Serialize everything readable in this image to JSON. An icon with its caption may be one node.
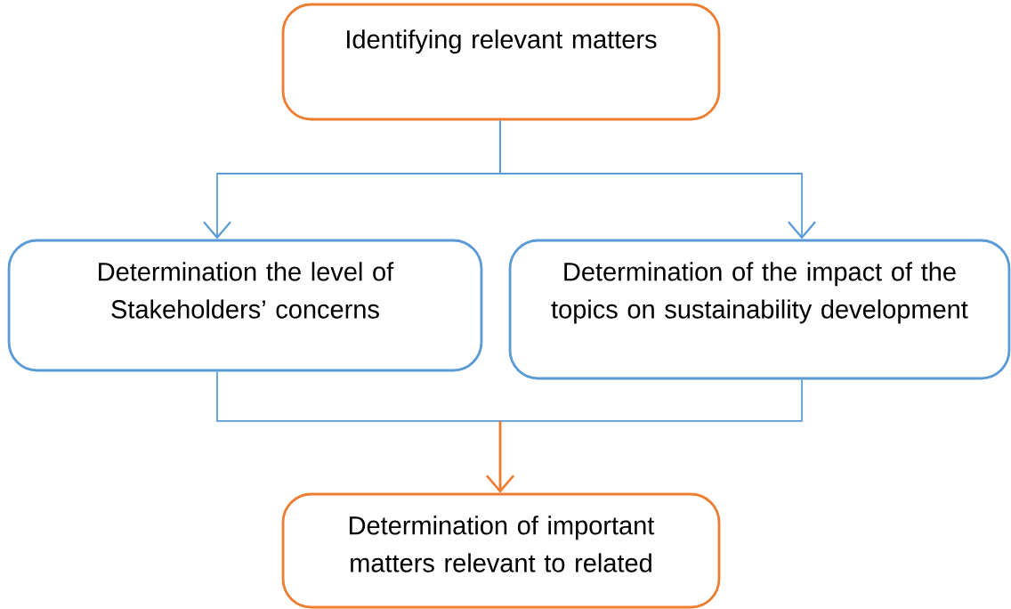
{
  "diagram": {
    "nodes": [
      {
        "text": [
          "Identifying relevant matters"
        ]
      },
      {
        "text": [
          "Determination the level of Stakeholders’ concerns"
        ]
      },
      {
        "text": [
          "Determination of the impact of the topics on sustainability development"
        ]
      },
      {
        "text": [
          "Determination of important matters relevant to related"
        ]
      }
    ],
    "edges": [
      {
        "from": 0,
        "to": 1,
        "arrow": "to"
      },
      {
        "from": 0,
        "to": 2,
        "arrow": "to"
      },
      {
        "from": 1,
        "to": 3,
        "arrow": "to"
      },
      {
        "from": 2,
        "to": 3,
        "arrow": "to"
      }
    ]
  }
}
